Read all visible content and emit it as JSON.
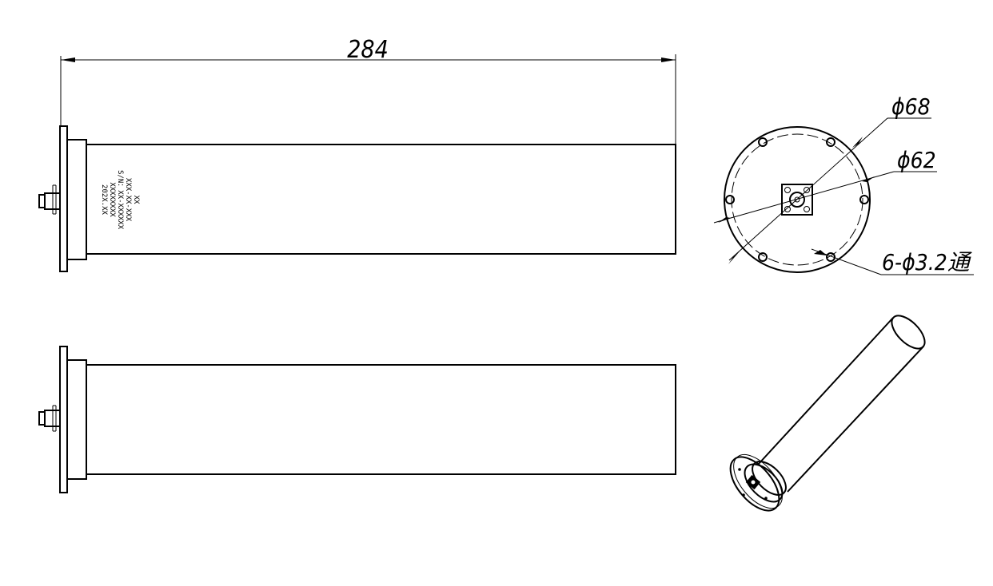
{
  "dimensions": {
    "length": "284",
    "outer_diameter": "ϕ68",
    "inner_diameter": "ϕ62",
    "holes": "6-ϕ3.2通"
  },
  "label_lines": [
    "XX",
    "XXX-XX-XXX",
    "S/N：XX-XXXXXX",
    "XXXXXXXX",
    "202X.XX"
  ]
}
